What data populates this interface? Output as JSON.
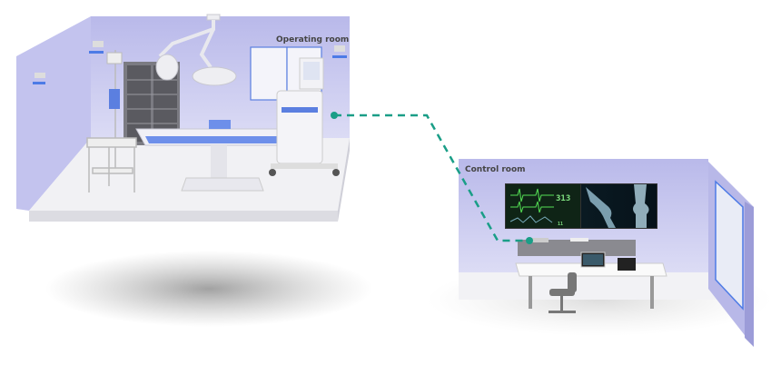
{
  "labels": {
    "operating_room": "Operating room",
    "control_room": "Control room"
  },
  "monitor": {
    "heart_rate": "313",
    "secondary_value": "11"
  },
  "colors": {
    "connector": "#1a9e87",
    "wall": "#c9c9ee",
    "floor": "#f3f3f6"
  }
}
